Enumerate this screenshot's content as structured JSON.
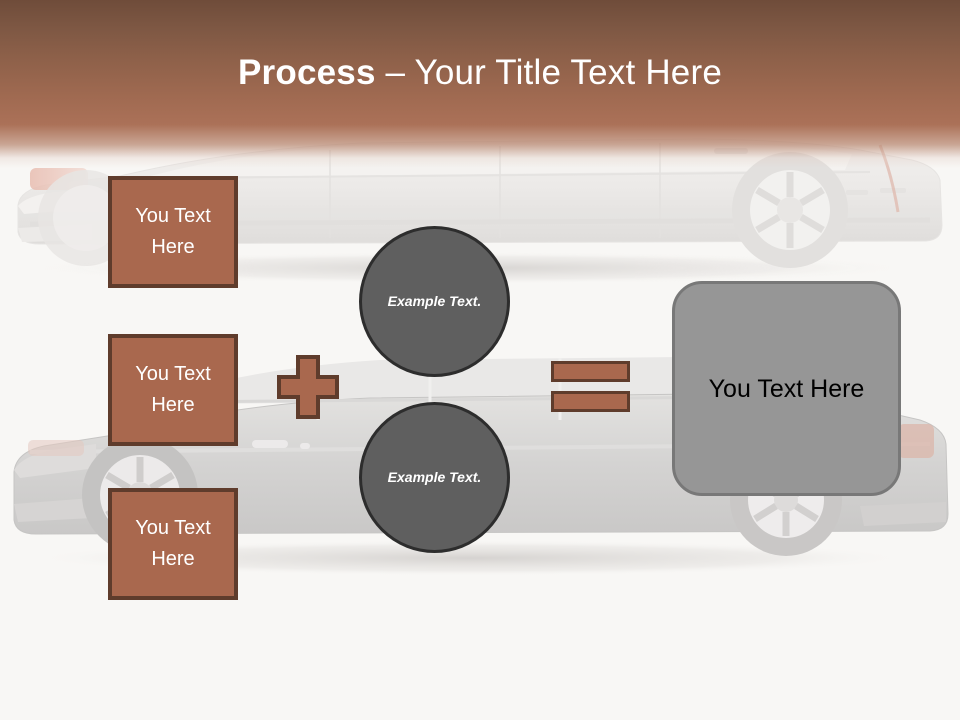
{
  "slide": {
    "background_color": "#f8f7f5",
    "header": {
      "title_strong": "Process",
      "title_rest": " – Your Title Text Here",
      "gradient_from": "#6f4c3a",
      "gradient_to": "#ab7158",
      "text_color": "#ffffff"
    },
    "accent_color": "#a9684e",
    "accent_border_color": "#5f3c2c",
    "circle_color": "#5f5f5f",
    "result_color": "#969696"
  },
  "background_art": {
    "name": "limousine-illustration",
    "description": "Faded white stretch limousine illustrations"
  },
  "steps": [
    {
      "label": "You Text Here"
    },
    {
      "label": "You Text Here"
    },
    {
      "label": "You Text Here"
    }
  ],
  "operators": {
    "plus": {
      "icon": "plus-icon",
      "symbol": "+"
    },
    "equals": {
      "icon": "equals-icon",
      "symbol": "="
    }
  },
  "circles": [
    {
      "label": "Example Text."
    },
    {
      "label": "Example Text."
    }
  ],
  "result": {
    "label": "You Text Here"
  }
}
